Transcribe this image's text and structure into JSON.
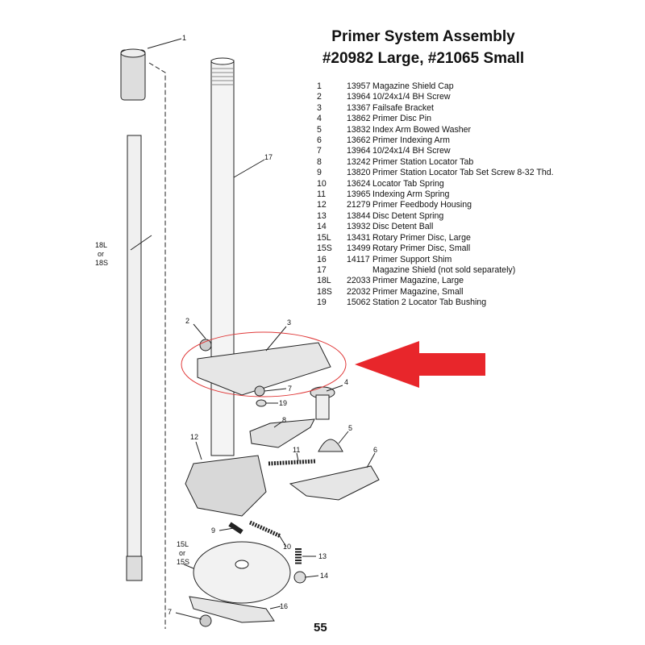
{
  "title_line1": "Primer System Assembly",
  "title_line2": "#20982 Large, #21065 Small",
  "parts": [
    {
      "no": "1",
      "part": "13957",
      "desc": "Magazine Shield Cap"
    },
    {
      "no": "2",
      "part": "13964",
      "desc": "10/24x1/4 BH Screw"
    },
    {
      "no": "3",
      "part": "13367",
      "desc": "Failsafe Bracket"
    },
    {
      "no": "4",
      "part": "13862",
      "desc": "Primer Disc Pin"
    },
    {
      "no": "5",
      "part": "13832",
      "desc": "Index Arm Bowed Washer"
    },
    {
      "no": "6",
      "part": "13662",
      "desc": "Primer Indexing Arm"
    },
    {
      "no": "7",
      "part": "13964",
      "desc": "10/24x1/4 BH Screw"
    },
    {
      "no": "8",
      "part": "13242",
      "desc": "Primer Station Locator Tab"
    },
    {
      "no": "9",
      "part": "13820",
      "desc": "Primer Station Locator Tab Set Screw 8-32 Thd."
    },
    {
      "no": "10",
      "part": "13624",
      "desc": "Locator Tab Spring"
    },
    {
      "no": "11",
      "part": "13965",
      "desc": "Indexing Arm Spring"
    },
    {
      "no": "12",
      "part": "21279",
      "desc": "Primer Feedbody Housing"
    },
    {
      "no": "13",
      "part": "13844",
      "desc": "Disc Detent Spring"
    },
    {
      "no": "14",
      "part": "13932",
      "desc": "Disc Detent Ball"
    },
    {
      "no": "15L",
      "part": "13431",
      "desc": "Rotary Primer Disc, Large"
    },
    {
      "no": "15S",
      "part": "13499",
      "desc": "Rotary Primer Disc, Small"
    },
    {
      "no": "16",
      "part": "14117",
      "desc": "Primer Support Shim"
    },
    {
      "no": "17",
      "part": "",
      "desc": "Magazine Shield (not sold separately)"
    },
    {
      "no": "18L",
      "part": "22033",
      "desc": "Primer Magazine, Large"
    },
    {
      "no": "18S",
      "part": "22032",
      "desc": "Primer Magazine, Small"
    },
    {
      "no": "19",
      "part": "15062",
      "desc": "Station 2 Locator Tab Bushing"
    }
  ],
  "callouts": {
    "c1": "1",
    "c2": "2",
    "c3": "3",
    "c4": "4",
    "c5": "5",
    "c6": "6",
    "c7a": "7",
    "c7b": "7",
    "c8": "8",
    "c9": "9",
    "c10": "10",
    "c11": "11",
    "c12": "12",
    "c13": "13",
    "c14": "14",
    "c15a": "15L",
    "c15b": "or",
    "c15c": "15S",
    "c16": "16",
    "c17": "17",
    "c18a": "18L",
    "c18b": "or",
    "c18c": "18S",
    "c19": "19"
  },
  "page_number": "55",
  "colors": {
    "highlight": "#e03a3a",
    "arrow": "#e8262b"
  }
}
